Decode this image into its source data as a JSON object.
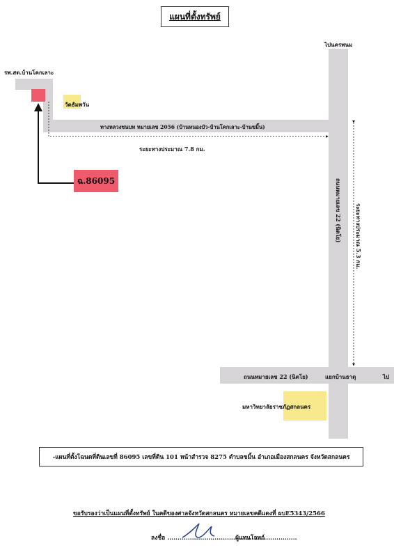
{
  "title": "แผนที่ตั้งทรัพย์",
  "map": {
    "label_north": "ไปนครพนม",
    "label_hospital": "รพ.สต.บ้านโคกเลาะ",
    "label_temple": "วัดธัมพวัน",
    "label_main_road": "ทางหลวงชนบท หมายเลข 2056 (บ้านหนองบัว-บ้านโคกเลาะ-บ้านขมิ้น)",
    "label_distance_1": "ระยะทางประมาณ 7.8 กม.",
    "label_plot": "ฉ.86095",
    "label_highway_vertical": "ถนนหมายเลข 22 (นิตโย)",
    "label_distance_2": "ระยะทางประมาณ 5.3 กม.",
    "label_highway_bottom": "ถนนหมายเลข 22 (นิตโย)",
    "label_junction": "แยกบ้านธาตุ",
    "label_edge": "ไป",
    "label_university": "มหาวิทยาลัยราชภัฏสกลนคร",
    "colors": {
      "road": "#d6d4d7",
      "plot": "#f05a6d",
      "landmark": "#f7e98c"
    }
  },
  "info": "-แผนที่ตั้งโฉนดที่ดินเลขที่ 86095 เลขที่ดิน 101 หน้าสำรวจ 8275 ตำบลขมิ้น อำเภอเมืองสกลนคร จังหวัดสกลนคร",
  "footer": {
    "certify": "ขอรับรองว่าเป็นแผนที่ตั้งทรัพย์ ในคดีของศาลจังหวัดสกลนคร หมายเลขคดีแดงที่ ผบE5343/2566",
    "sign_prefix": "ลงชื่อ ...............................................................",
    "sign_suffix": "ผู้แทนโจทก์"
  }
}
